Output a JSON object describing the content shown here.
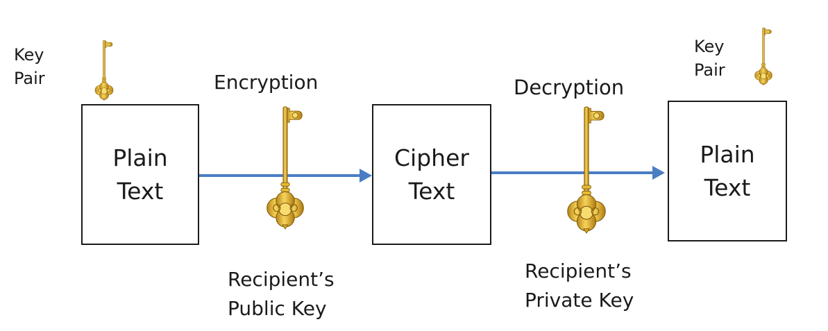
{
  "left_key_pair": {
    "label": "Key\nPair"
  },
  "right_key_pair": {
    "label": "Key\nPair"
  },
  "boxes": {
    "plain_text_left": "Plain\nText",
    "cipher_text": "Cipher\nText",
    "plain_text_right": "Plain\nText"
  },
  "encryption": {
    "label": "Encryption",
    "key_caption": "Recipient’s\nPublic Key"
  },
  "decryption": {
    "label": "Decryption",
    "key_caption": "Recipient’s\nPrivate Key"
  },
  "colors": {
    "arrow": "#4a7ec4",
    "key_gold": "#e0b020",
    "key_dark": "#a47410",
    "box_border": "#1a1a1a"
  },
  "icons": {
    "small_key": "key-icon",
    "large_key": "key-icon"
  }
}
